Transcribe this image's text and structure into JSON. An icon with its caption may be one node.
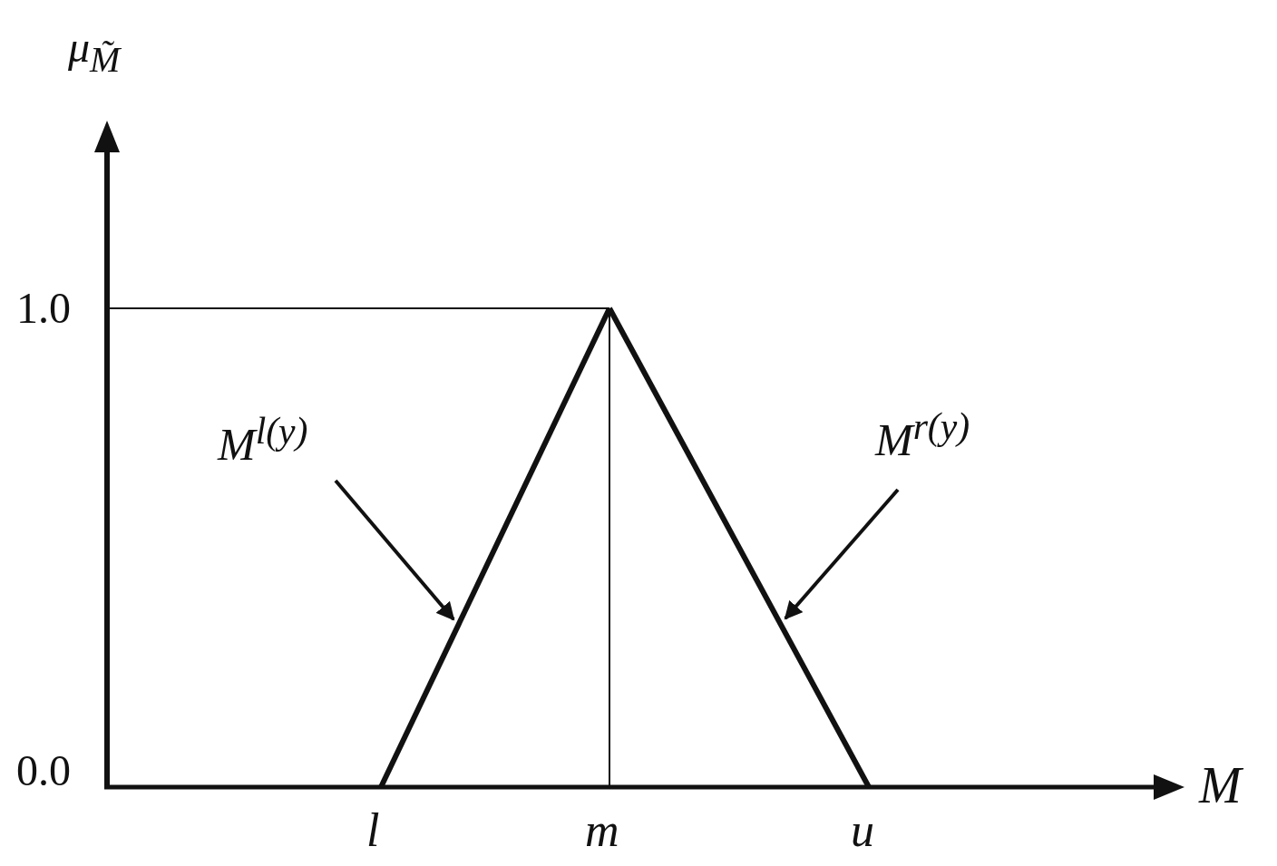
{
  "diagram": {
    "nodes": [
      {
        "text": [
          "M$^{l(y)}$"
        ]
      },
      {
        "text": [],
        "shape": "line"
      },
      {
        "text": [
          "M$^{r(y)}$"
        ]
      },
      {
        "text": [],
        "shape": "line"
      }
    ],
    "edges": [
      {
        "from": 0,
        "to": 1,
        "arrow": "to"
      },
      {
        "from": 2,
        "to": 3,
        "arrow": "to"
      }
    ],
    "labels": [
      "μ$_{M̃}$",
      "1.0",
      "0.0",
      "M",
      "l",
      "m",
      "u"
    ]
  }
}
